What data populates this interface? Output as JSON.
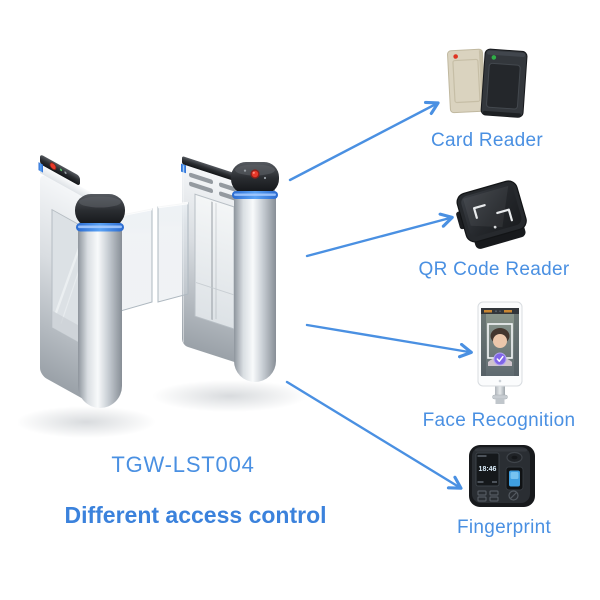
{
  "theme": {
    "background": "#ffffff",
    "accent": "#4a90e2",
    "caption_color": "#3b82dc",
    "led": "#3b7ce8",
    "indicator": "#e23c2a"
  },
  "header": {
    "model": "TGW-LST004",
    "caption": "Different access control"
  },
  "turnstile": {
    "name": "swing barrier speed gate with glass wings",
    "led_color": "#3b7ce8",
    "indicator_color": "#e23c2a"
  },
  "access_methods": [
    {
      "id": "card-reader",
      "label": "Card Reader"
    },
    {
      "id": "qr-code-reader",
      "label": "QR Code Reader"
    },
    {
      "id": "face-recognition",
      "label": "Face Recognition"
    },
    {
      "id": "fingerprint",
      "label": "Fingerprint",
      "screen_time": "18:46"
    }
  ]
}
